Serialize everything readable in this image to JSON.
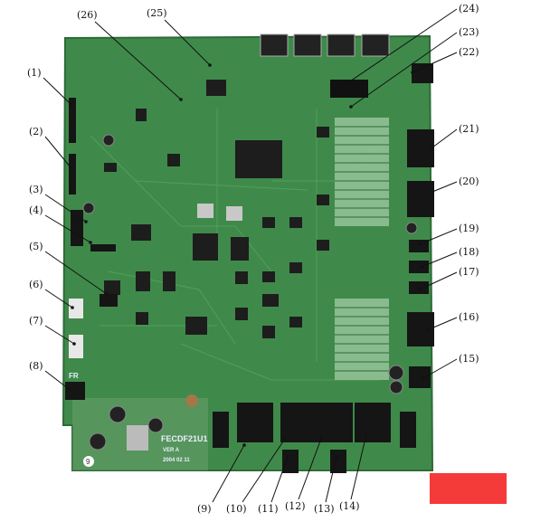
{
  "board": {
    "model": "FECDF21U1",
    "version": "VER A",
    "date": "2004 02 11",
    "corner_mark": "FR",
    "badge": "9",
    "colors": {
      "pcb": "#3f8a4a",
      "pcb_dark": "#2d6b38",
      "chip": "#1d1d1d",
      "connector": "#151515",
      "trace": "#5aa863"
    }
  },
  "callouts": [
    "(1)",
    "(2)",
    "(3)",
    "(4)",
    "(5)",
    "(6)",
    "(7)",
    "(8)",
    "(9)",
    "(10)",
    "(11)",
    "(12)",
    "(13)",
    "(14)",
    "(15)",
    "(16)",
    "(17)",
    "(18)",
    "(19)",
    "(20)",
    "(21)",
    "(22)",
    "(23)",
    "(24)",
    "(25)",
    "(26)"
  ],
  "highlight_color": "#f53a3a"
}
